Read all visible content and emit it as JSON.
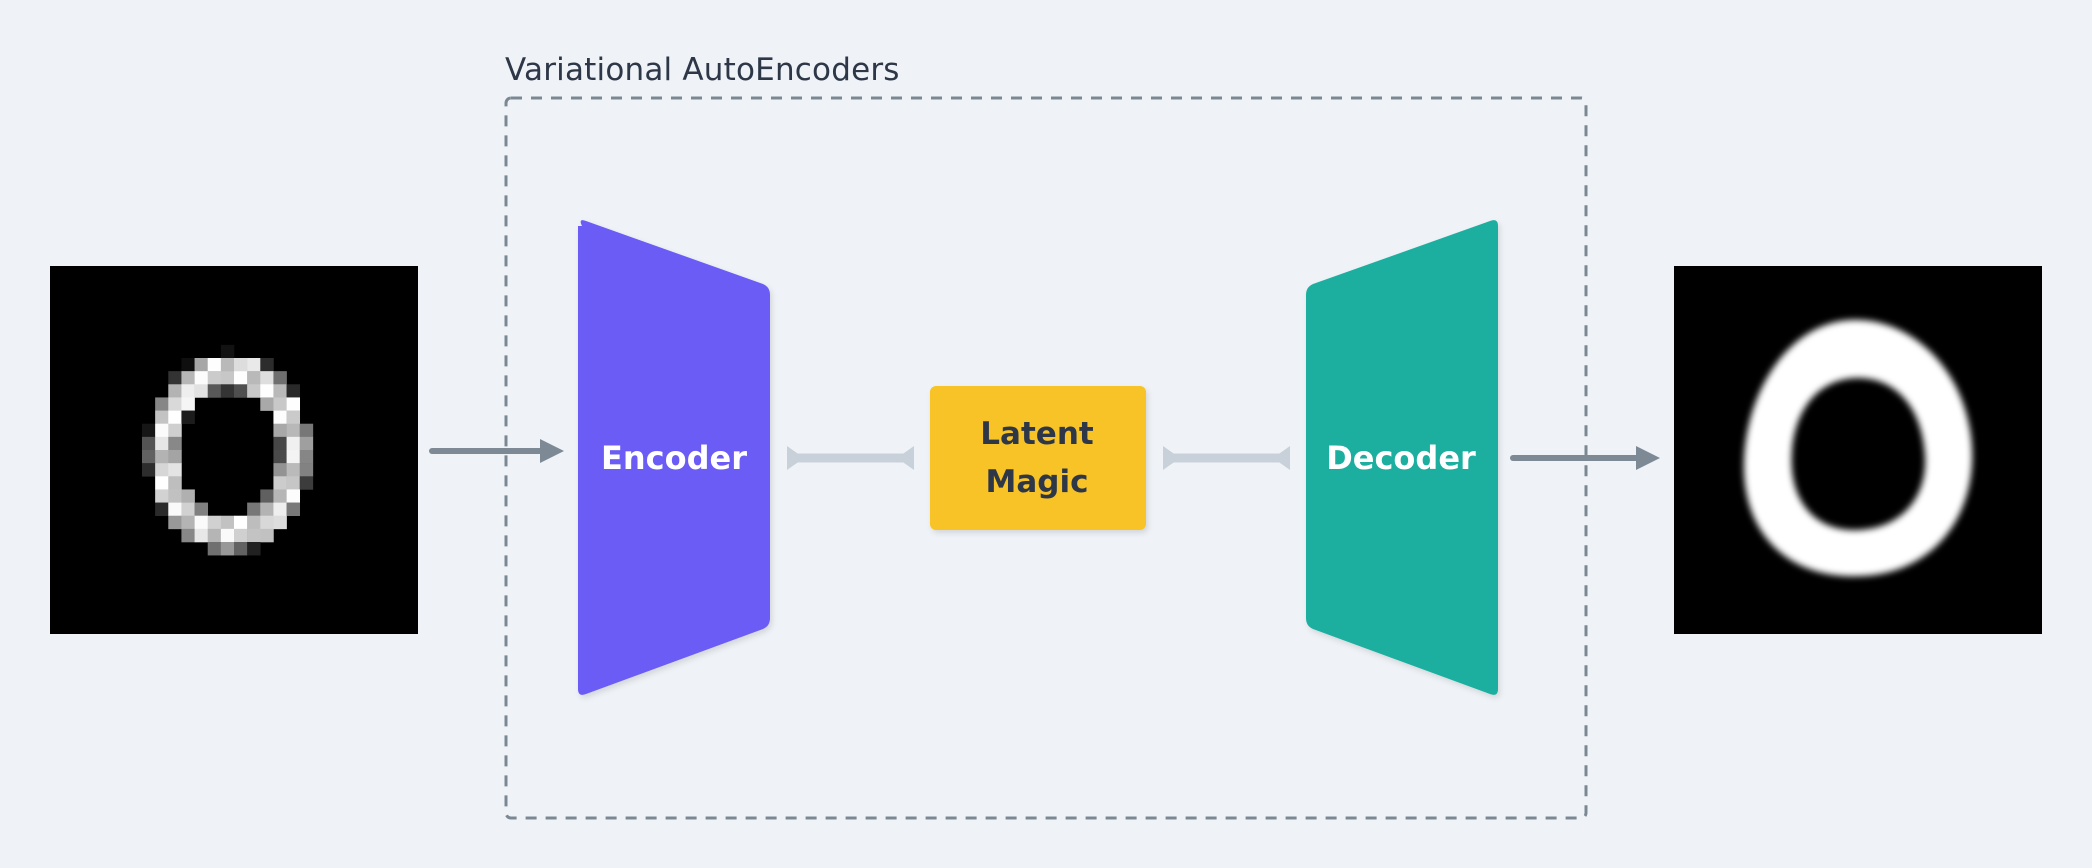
{
  "diagram": {
    "title": "Variational AutoEncoders",
    "encoder": {
      "label": "Encoder",
      "color": "#6b5bf5"
    },
    "latent": {
      "line1": "Latent",
      "line2": "Magic",
      "color": "#f7c325"
    },
    "decoder": {
      "label": "Decoder",
      "color": "#1bae9f"
    },
    "input_image": {
      "description": "digit-0"
    },
    "output_image": {
      "description": "digit-0-reconstructed"
    },
    "colors": {
      "background": "#eff3f7",
      "dashed_border": "#7b8793",
      "arrow": "#7d8995",
      "connector": "#c8d1d9",
      "text_dark": "#2d3748"
    }
  }
}
